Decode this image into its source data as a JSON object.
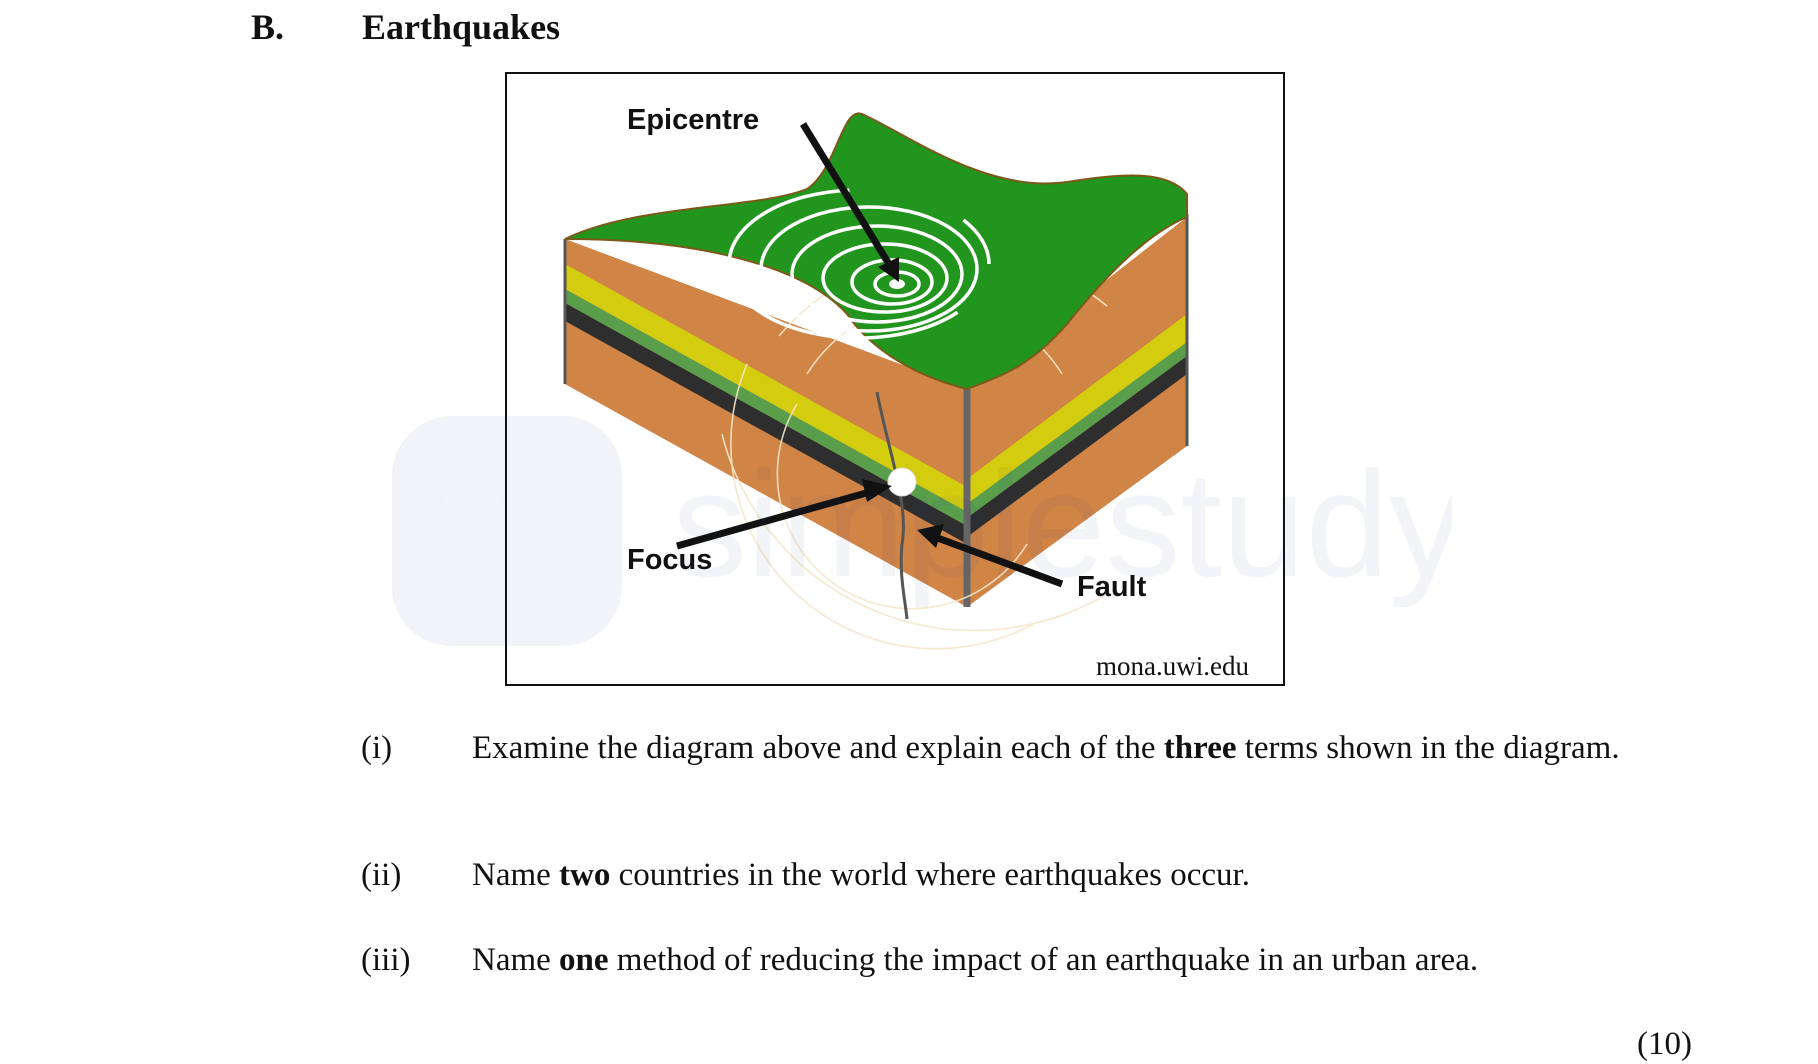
{
  "section": {
    "letter": "B.",
    "title": "Earthquakes"
  },
  "diagram": {
    "labels": {
      "epicentre": "Epicentre",
      "focus": "Focus",
      "fault": "Fault"
    },
    "credit": "mona.uwi.edu",
    "colors": {
      "surface": "#22951e",
      "rock": "#d08446",
      "yellow_layer": "#d4cc0e",
      "green_layer": "#5a9e4c",
      "dark_layer": "#2e2e2e"
    }
  },
  "watermark": {
    "text": "simplestudy",
    "icon": "simplestudy-logo-icon"
  },
  "questions": [
    {
      "num": "(i)",
      "pre": "Examine the diagram above and explain each of the ",
      "bold": "three",
      "post": " terms shown in the diagram."
    },
    {
      "num": "(ii)",
      "pre": "Name ",
      "bold": "two",
      "post": " countries in the world where earthquakes occur."
    },
    {
      "num": "(iii)",
      "pre": "Name ",
      "bold": "one",
      "post": " method of reducing the impact of an earthquake in an urban area."
    }
  ],
  "marks": "(10)"
}
